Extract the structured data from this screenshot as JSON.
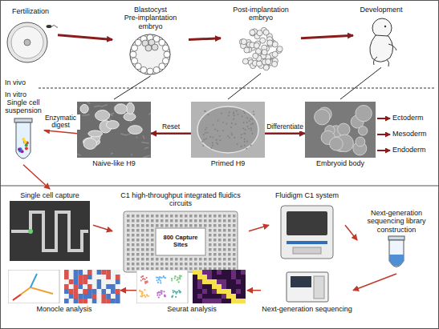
{
  "diagram": {
    "nodes": [
      {
        "text": [
          "Fertilization"
        ]
      },
      {
        "text": [
          "Blastocyst",
          "Pre-implantation embryo"
        ]
      },
      {
        "text": [
          "Post-implantation embryo"
        ]
      },
      {
        "text": [
          "Development"
        ]
      },
      {
        "text": [
          "Single cell suspension"
        ]
      },
      {
        "text": [
          "Naive-like H9"
        ]
      },
      {
        "text": [
          "Primed H9"
        ]
      },
      {
        "text": [
          "Embryoid body"
        ]
      },
      {
        "text": [
          "Single cell capture"
        ]
      },
      {
        "text": [
          "C1 high-throughput integrated fluidics circuits",
          "800 Capture Sites"
        ]
      },
      {
        "text": [
          "Fluidigm C1 system"
        ]
      },
      {
        "text": [
          "Next-generation sequencing library construction"
        ]
      },
      {
        "text": [
          "Next-generation sequencing"
        ]
      },
      {
        "text": [
          "Seurat analysis"
        ]
      },
      {
        "text": [
          "Monocle analysis"
        ]
      }
    ],
    "edges": [
      {
        "from": 0,
        "to": 1,
        "arrow": "to"
      },
      {
        "from": 1,
        "to": 2,
        "arrow": "to"
      },
      {
        "from": 2,
        "to": 3,
        "arrow": "to"
      },
      {
        "from": 1,
        "to": 5,
        "arrow": "none"
      },
      {
        "from": 2,
        "to": 6,
        "arrow": "none"
      },
      {
        "from": 3,
        "to": 7,
        "arrow": "none"
      },
      {
        "from": 6,
        "to": 5,
        "label": "Reset",
        "arrow": "to"
      },
      {
        "from": 6,
        "to": 7,
        "label": "Differentiate",
        "arrow": "to"
      },
      {
        "from": 5,
        "to": 4,
        "label": "Enzymatic digest",
        "arrow": "to"
      },
      {
        "from": 4,
        "to": 8,
        "arrow": "to"
      },
      {
        "from": 8,
        "to": 9,
        "arrow": "to"
      },
      {
        "from": 9,
        "to": 10,
        "arrow": "to"
      },
      {
        "from": 10,
        "to": 11,
        "arrow": "to"
      },
      {
        "from": 11,
        "to": 12,
        "arrow": "to"
      },
      {
        "from": 12,
        "to": 13,
        "arrow": "to"
      },
      {
        "from": 13,
        "to": 14,
        "arrow": "to"
      }
    ],
    "labels": [
      "In vivo",
      "In vitro",
      "Ectoderm",
      "Mesoderm",
      "Endoderm"
    ]
  }
}
